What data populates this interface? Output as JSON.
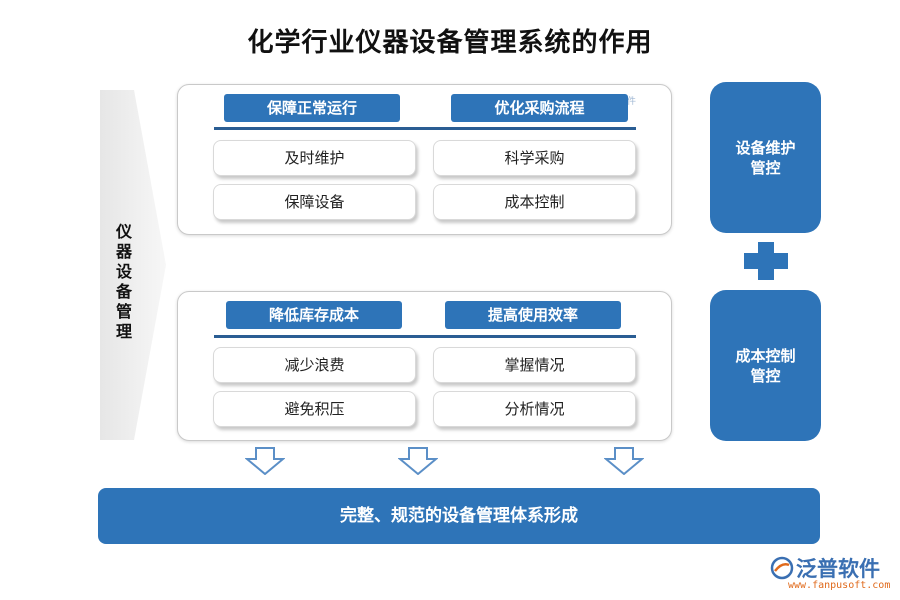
{
  "title": "化学行业仪器设备管理系统的作用",
  "side_label": [
    "仪",
    "器",
    "设",
    "备",
    "管",
    "理"
  ],
  "watermark": "泛普软件",
  "panel_top": {
    "headers": [
      "保障正常运行",
      "优化采购流程"
    ],
    "items": [
      [
        "及时维护",
        "科学采购"
      ],
      [
        "保障设备",
        "成本控制"
      ]
    ]
  },
  "panel_bottom": {
    "headers": [
      "降低库存成本",
      "提高使用效率"
    ],
    "items": [
      [
        "减少浪费",
        "掌握情况"
      ],
      [
        "避免积压",
        "分析情况"
      ]
    ]
  },
  "right_boxes": [
    {
      "line1": "设备维护",
      "line2": "管控"
    },
    {
      "line1": "成本控制",
      "line2": "管控"
    }
  ],
  "bottom_bar": "完整、规范的设备管理体系形成",
  "logo": {
    "name": "泛普软件",
    "url": "www.fanpusoft.com"
  },
  "colors": {
    "primary": "#2e74b8",
    "rule": "#2a5d93",
    "chevron": "#efefef"
  }
}
